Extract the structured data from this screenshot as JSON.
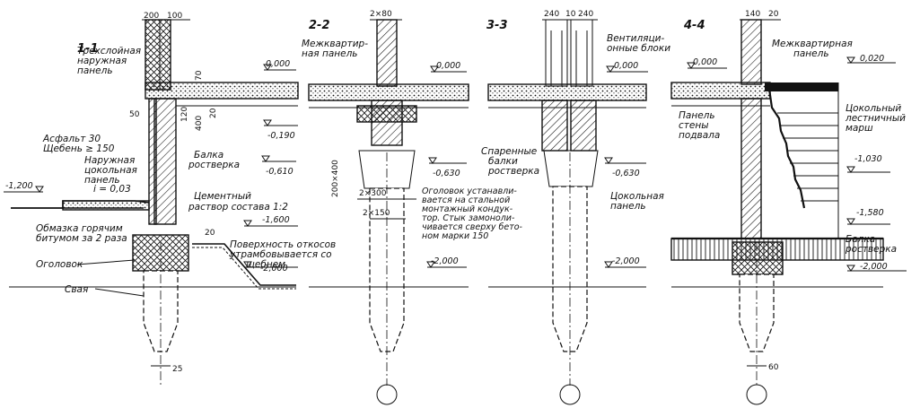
{
  "sections": {
    "s1": {
      "title": "1-1",
      "dims": {
        "top_a": "200",
        "top_b": "100",
        "d50": "50",
        "d70": "70",
        "d120": "120",
        "d400": "400",
        "d20a": "20",
        "d20b": "20",
        "d25": "25"
      },
      "levels": {
        "top": "0,000",
        "l190": "-0,190",
        "l610": "-0,610",
        "l1200": "-1,200",
        "l1600": "-1,600",
        "l2000": "-2,000"
      },
      "labels": {
        "panel": [
          "Трехслойная",
          "наружная",
          "панель"
        ],
        "asphalt": [
          "Асфальт 30",
          "Щебень ≥ 150"
        ],
        "plinth_panel": [
          "Наружная",
          "цокольная",
          "панель"
        ],
        "slope": "i = 0,03",
        "bitumen": [
          "Обмазка горячим",
          "битумом за 2 раза"
        ],
        "cap": "Оголовок",
        "pile": "Свая",
        "beam": [
          "Балка",
          "ростверка"
        ],
        "mortar": [
          "Цементный",
          "раствор состава 1:2"
        ],
        "slope_surface": [
          "Поверхность откосов",
          "утрамбовывается со",
          "щебнем"
        ]
      }
    },
    "s2": {
      "title": "2-2",
      "dims": {
        "top": "2×80",
        "side": "200×400",
        "w300": "2×300",
        "w150": "2×150"
      },
      "levels": {
        "top": "0,000",
        "l630": "-0,630",
        "l2000": "-2,000"
      },
      "labels": {
        "panel": [
          "Межквартир-",
          "ная панель"
        ],
        "cap_note": [
          "Оголовок устанавли-",
          "вается на стальной",
          "монтажный кондук-",
          "тор. Стык замоноли-",
          "чивается сверху бето-",
          "ном марки 150"
        ]
      }
    },
    "s3": {
      "title": "3-3",
      "dims": {
        "a": "240",
        "b": "10",
        "c": "240"
      },
      "levels": {
        "top": "0,000",
        "l630": "-0,630",
        "l2000": "-2,000"
      },
      "labels": {
        "vent": [
          "Вентиляци-",
          "онные блоки"
        ],
        "paired": [
          "Спаренные",
          "балки",
          "ростверка"
        ],
        "plinth": [
          "Цокольная",
          "панель"
        ]
      }
    },
    "s4": {
      "title": "4-4",
      "dims": {
        "a": "140",
        "b": "20",
        "bottom": "60"
      },
      "levels": {
        "top": "0,000",
        "l020": "0,020",
        "l1030": "-1,030",
        "l1580": "-1,580",
        "l2000": "-2,000"
      },
      "labels": {
        "panel": [
          "Межквартирная",
          "панель"
        ],
        "basement": [
          "Панель",
          "стены",
          "подвала"
        ],
        "stair": [
          "Цокольный",
          "лестничный",
          "марш"
        ],
        "beam": [
          "Балка",
          "ростверка"
        ]
      }
    }
  }
}
